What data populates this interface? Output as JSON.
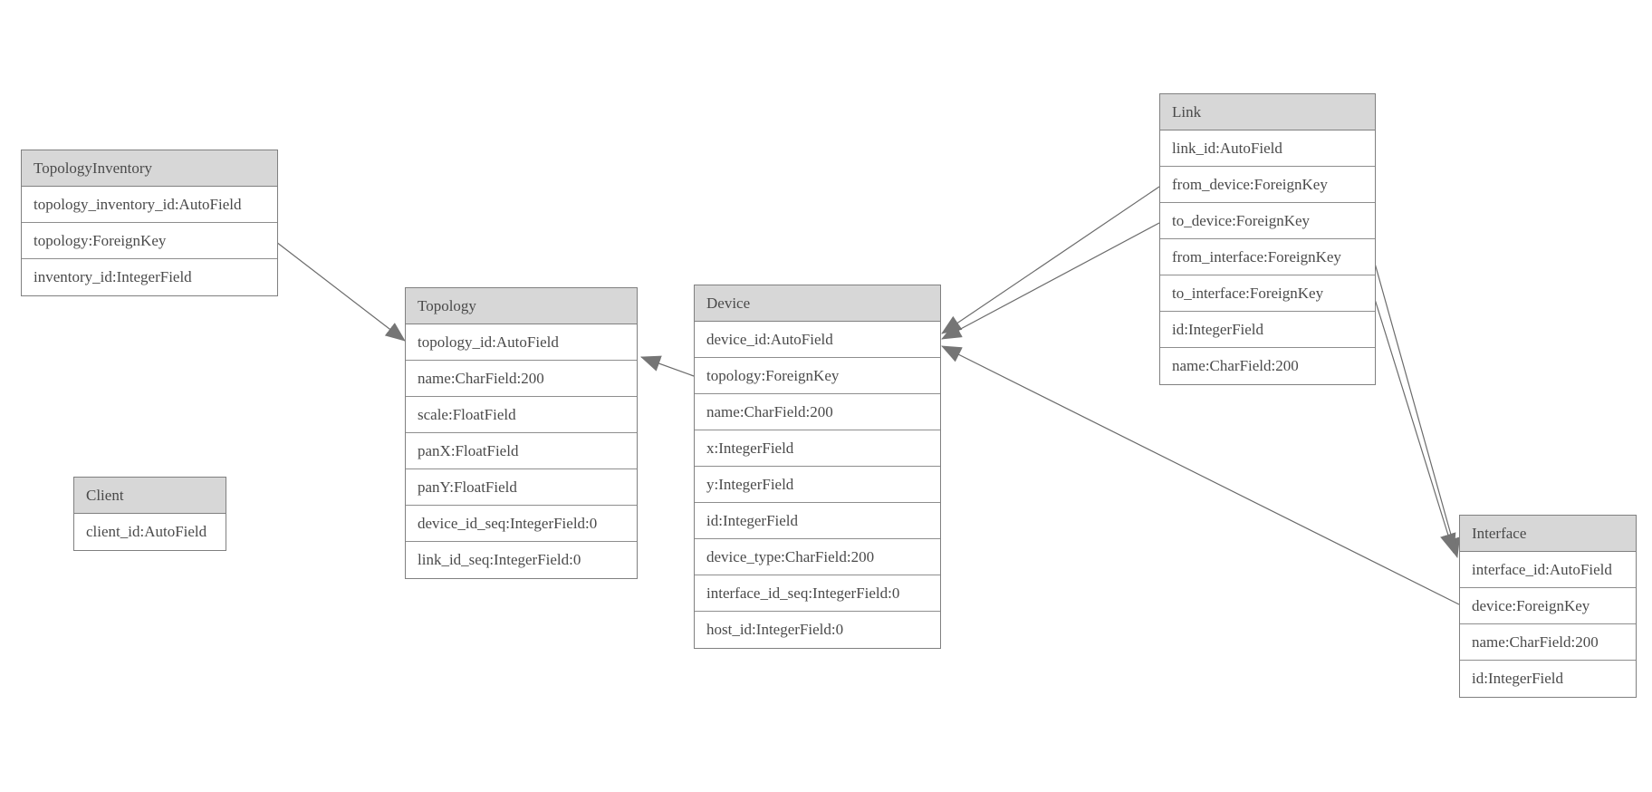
{
  "diagram": {
    "title": "model-relationship-diagram",
    "colors": {
      "background": "#ffffff",
      "header_fill": "#d7d7d7",
      "border": "#808080",
      "row_divider": "#8e8e8e",
      "text": "#4a4a4a",
      "edge_line": "#6b6b6b",
      "arrowhead": "#757575"
    },
    "entities": [
      {
        "name": "TopologyInventory",
        "fields": [
          "topology_inventory_id:AutoField",
          "topology:ForeignKey",
          "inventory_id:IntegerField"
        ]
      },
      {
        "name": "Topology",
        "fields": [
          "topology_id:AutoField",
          "name:CharField:200",
          "scale:FloatField",
          "panX:FloatField",
          "panY:FloatField",
          "device_id_seq:IntegerField:0",
          "link_id_seq:IntegerField:0"
        ]
      },
      {
        "name": "Client",
        "fields": [
          "client_id:AutoField"
        ]
      },
      {
        "name": "Device",
        "fields": [
          "device_id:AutoField",
          "topology:ForeignKey",
          "name:CharField:200",
          "x:IntegerField",
          "y:IntegerField",
          "id:IntegerField",
          "device_type:CharField:200",
          "interface_id_seq:IntegerField:0",
          "host_id:IntegerField:0"
        ]
      },
      {
        "name": "Link",
        "fields": [
          "link_id:AutoField",
          "from_device:ForeignKey",
          "to_device:ForeignKey",
          "from_interface:ForeignKey",
          "to_interface:ForeignKey",
          "id:IntegerField",
          "name:CharField:200"
        ]
      },
      {
        "name": "Interface",
        "fields": [
          "interface_id:AutoField",
          "device:ForeignKey",
          "name:CharField:200",
          "id:IntegerField"
        ]
      }
    ],
    "relationships": [
      {
        "from": "TopologyInventory.topology",
        "to": "Topology"
      },
      {
        "from": "Device.topology",
        "to": "Topology"
      },
      {
        "from": "Link.from_device",
        "to": "Device"
      },
      {
        "from": "Link.to_device",
        "to": "Device"
      },
      {
        "from": "Link.from_interface",
        "to": "Interface"
      },
      {
        "from": "Link.to_interface",
        "to": "Interface"
      },
      {
        "from": "Interface.device",
        "to": "Device"
      }
    ]
  }
}
